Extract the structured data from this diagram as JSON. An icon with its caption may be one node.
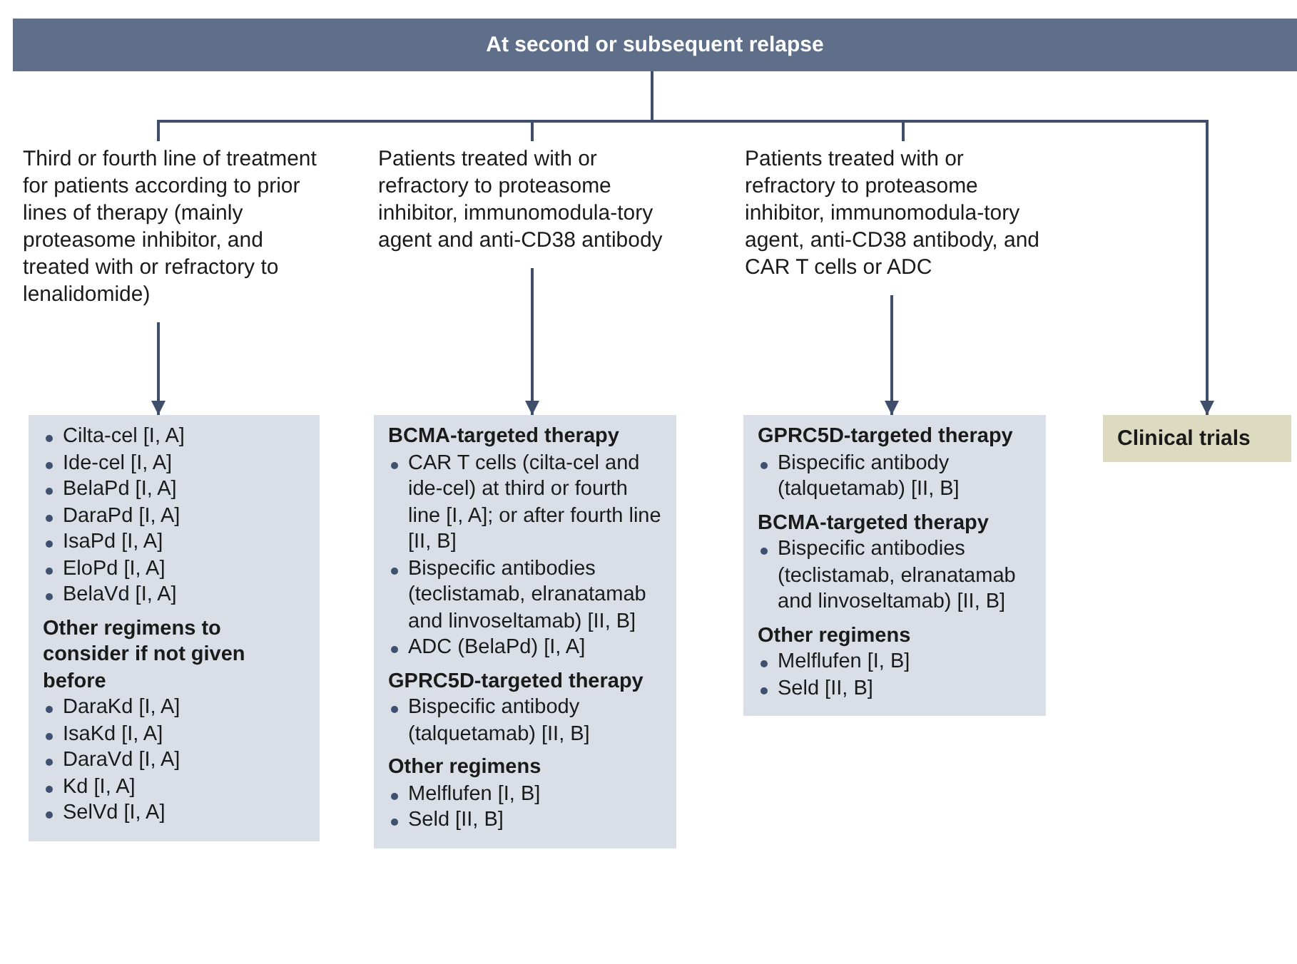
{
  "diagram": {
    "nodes": [
      {
        "text": [
          "At second or subsequent relapse"
        ]
      },
      {
        "text": [
          "Third or fourth line of treatment for patients according to prior lines of therapy (mainly proteasome inhibitor, and treated with or refractory to lenalidomide)"
        ]
      },
      {
        "text": [
          "Cilta-cel [I, A]",
          "Ide-cel [I, A]",
          "BelaPd [I, A]",
          "DaraPd [I, A]",
          "IsaPd [I, A]",
          "EloPd [I, A]",
          "BelaVd [I, A]",
          "Other regimens to consider if not given before",
          "DaraKd [I, A]",
          "IsaKd [I, A]",
          "DaraVd [I, A]",
          "Kd [I, A]",
          "SelVd [I, A]"
        ]
      },
      {
        "text": [
          "Patients treated with or refractory to proteasome inhibitor, immunomodula-tory agent and anti-CD38 antibody"
        ]
      },
      {
        "text": [
          "BCMA-targeted therapy",
          "CAR T cells (cilta-cel and ide-cel) at third or fourth line [I, A]; or after fourth line [II, B]",
          "Bispecific antibodies (teclistamab, elranatamab and linvoseltamab) [II, B]",
          "ADC (BelaPd) [I, A]",
          "GPRC5D-targeted therapy",
          "Bispecific antibody (talquetamab) [II, B]",
          "Other regimens",
          "Melflufen [I, B]",
          "Seld [II, B]"
        ]
      },
      {
        "text": [
          "Patients treated with or refractory to proteasome inhibitor, immunomodula-tory agent, anti-CD38 antibody, and CAR T cells or ADC"
        ]
      },
      {
        "text": [
          "GPRC5D-targeted therapy",
          "Bispecific antibody (talquetamab) [II, B]",
          "BCMA-targeted therapy",
          "Bispecific antibodies (teclistamab, elranatamab and linvoseltamab) [II, B]",
          "Other regimens",
          "Melflufen [I, B]",
          "Seld [II, B]"
        ]
      },
      {
        "text": [
          "Clinical trials"
        ]
      }
    ],
    "edges": [
      {
        "from": 0,
        "to": 1,
        "arrow": "none"
      },
      {
        "from": 0,
        "to": 3,
        "arrow": "none"
      },
      {
        "from": 0,
        "to": 5,
        "arrow": "none"
      },
      {
        "from": 0,
        "to": 7,
        "arrow": "to"
      },
      {
        "from": 1,
        "to": 2,
        "arrow": "to"
      },
      {
        "from": 3,
        "to": 4,
        "arrow": "to"
      },
      {
        "from": 5,
        "to": 6,
        "arrow": "to"
      }
    ]
  }
}
